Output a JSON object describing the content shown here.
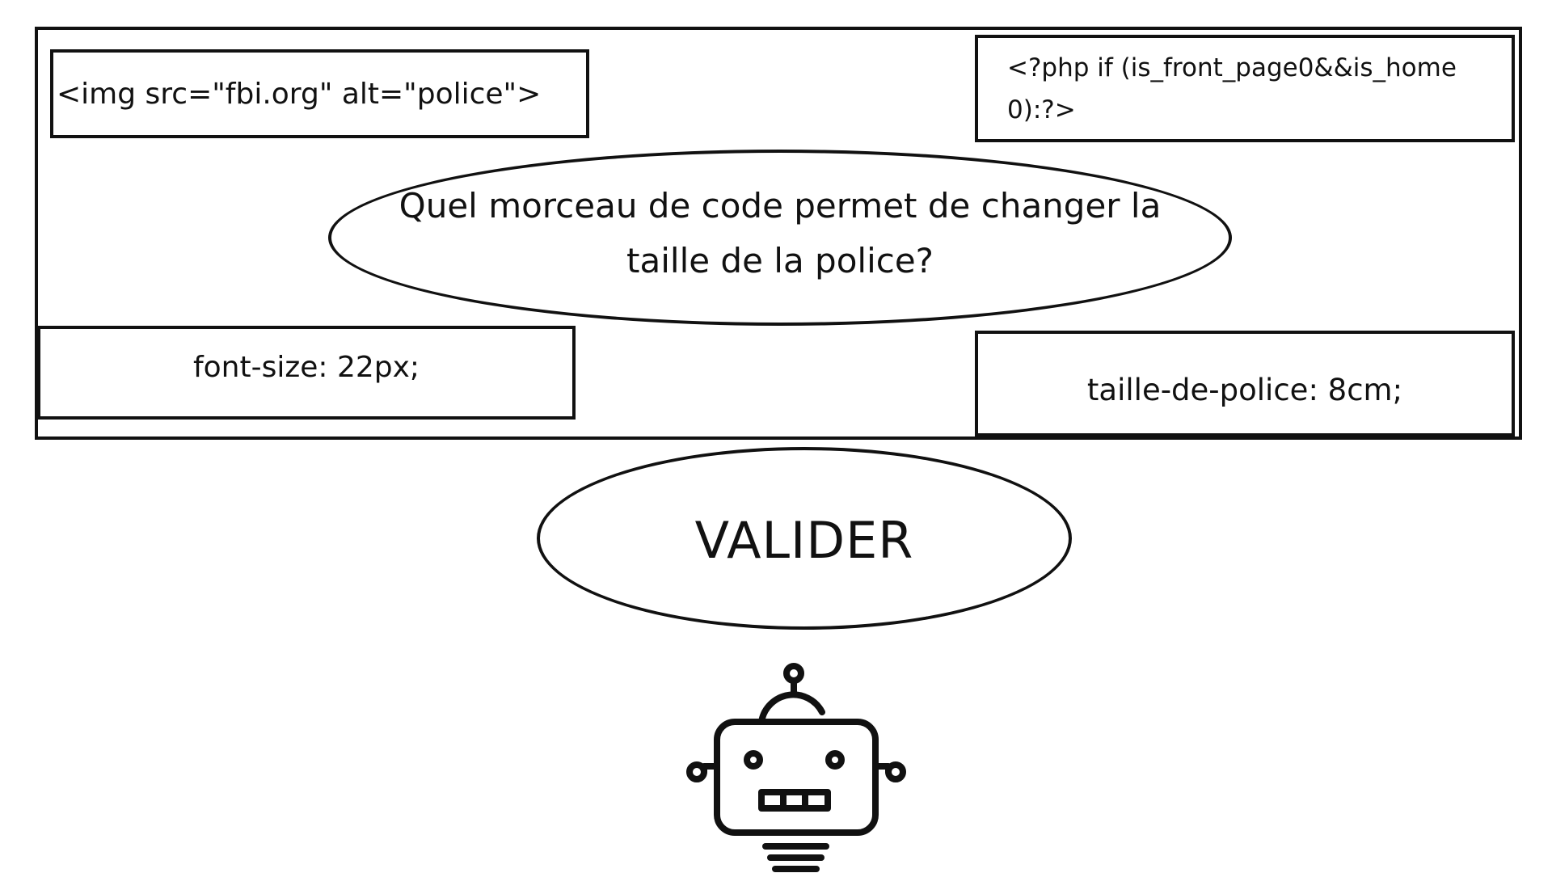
{
  "question": {
    "text": "Quel morceau de code permet de changer la taille de la police?"
  },
  "answers": [
    {
      "text": "<img src=\"fbi.org\" alt=\"police\">"
    },
    {
      "text": "<?php if (is_front_page0&&is_home 0):?>"
    },
    {
      "text": "font-size: 22px;"
    },
    {
      "text": "taille-de-police: 8cm;"
    }
  ],
  "validate": {
    "label": "VALIDER"
  },
  "mascot": {
    "icon": "robot-icon"
  }
}
